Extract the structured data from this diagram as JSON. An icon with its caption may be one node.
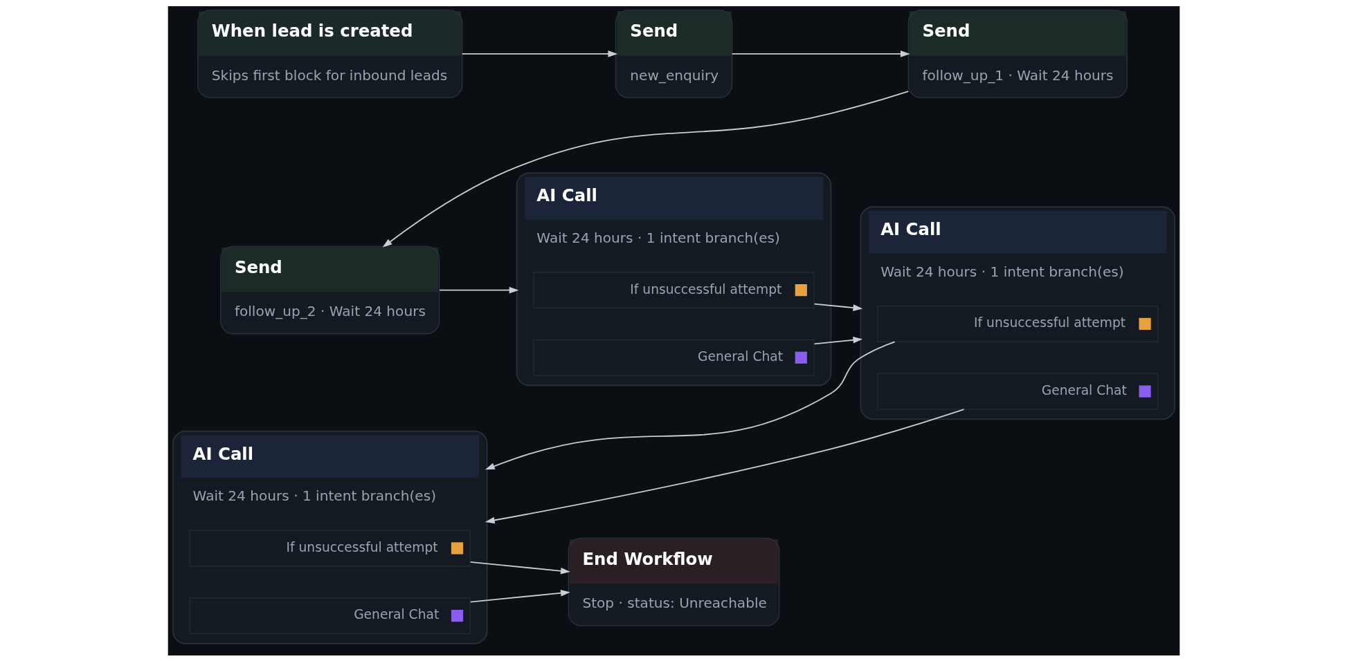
{
  "diagram": {
    "nodes": [
      {
        "text": [
          "When lead is created",
          "Skips first block for inbound leads"
        ]
      },
      {
        "text": [
          "Send",
          "new_enquiry"
        ]
      },
      {
        "text": [
          "Send",
          "follow_up_1 · Wait 24 hours"
        ]
      },
      {
        "text": [
          "Send",
          "follow_up_2 · Wait 24 hours"
        ]
      },
      {
        "text": [
          "AI Call",
          "Wait 24 hours · 1 intent branch(es)"
        ]
      },
      {
        "text": [
          "If unsuccessful attempt"
        ],
        "in": 4
      },
      {
        "text": [
          "General Chat"
        ],
        "in": 4
      },
      {
        "text": [
          "AI Call",
          "Wait 24 hours · 1 intent branch(es)"
        ]
      },
      {
        "text": [
          "If unsuccessful attempt"
        ],
        "in": 7
      },
      {
        "text": [
          "General Chat"
        ],
        "in": 7
      },
      {
        "text": [
          "AI Call",
          "Wait 24 hours · 1 intent branch(es)"
        ]
      },
      {
        "text": [
          "If unsuccessful attempt"
        ],
        "in": 10
      },
      {
        "text": [
          "General Chat"
        ],
        "in": 10
      },
      {
        "text": [
          "End Workflow",
          "Stop · status: Unreachable"
        ]
      }
    ],
    "edges": [
      {
        "from": 0,
        "to": 1,
        "arrow": "to"
      },
      {
        "from": 1,
        "to": 2,
        "arrow": "to"
      },
      {
        "from": 2,
        "to": 3,
        "arrow": "to"
      },
      {
        "from": 3,
        "to": 4,
        "arrow": "to"
      },
      {
        "from": 5,
        "to": 7,
        "arrow": "to"
      },
      {
        "from": 6,
        "to": 7,
        "arrow": "to"
      },
      {
        "from": 8,
        "to": 10,
        "arrow": "to"
      },
      {
        "from": 9,
        "to": 10,
        "arrow": "to"
      },
      {
        "from": 11,
        "to": 13,
        "arrow": "to"
      },
      {
        "from": 12,
        "to": 13,
        "arrow": "to"
      }
    ]
  }
}
